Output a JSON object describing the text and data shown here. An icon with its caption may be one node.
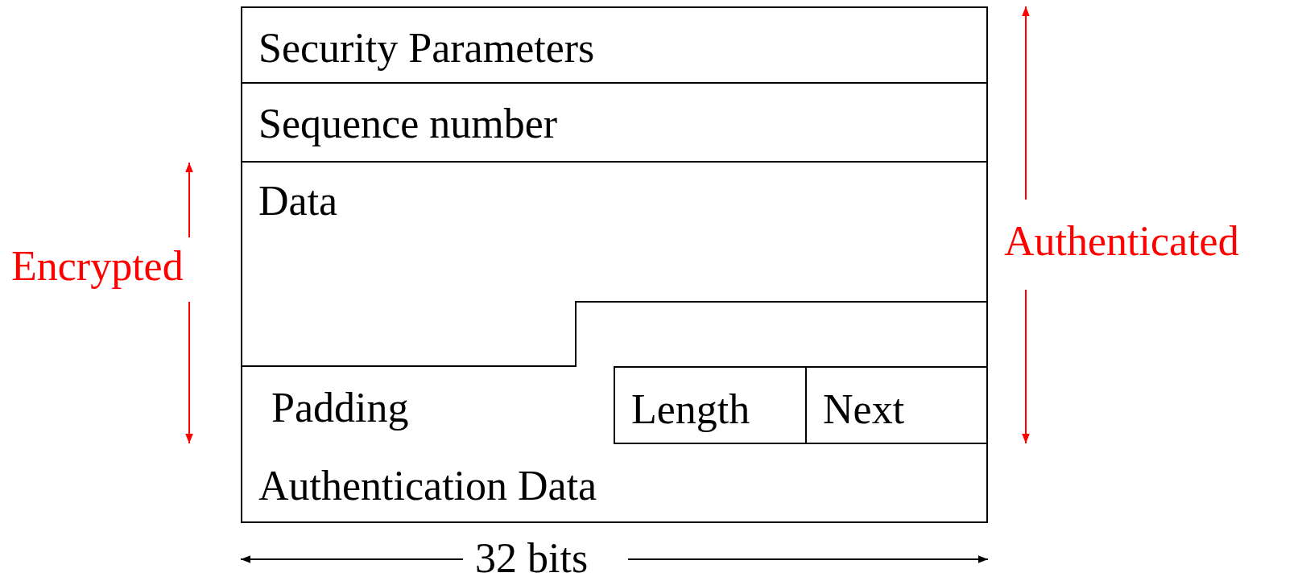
{
  "diagram": {
    "nodes": [
      {
        "text": [
          "Security Parameters"
        ]
      },
      {
        "text": [
          "Sequence number"
        ]
      },
      {
        "text": [
          "Data"
        ]
      },
      {
        "text": [
          "Padding"
        ]
      },
      {
        "text": [
          "Length"
        ]
      },
      {
        "text": [
          "Next"
        ]
      },
      {
        "text": [
          "Authentication Data"
        ]
      }
    ],
    "labels": [
      "Encrypted",
      "Authenticated",
      "32 bits"
    ]
  }
}
